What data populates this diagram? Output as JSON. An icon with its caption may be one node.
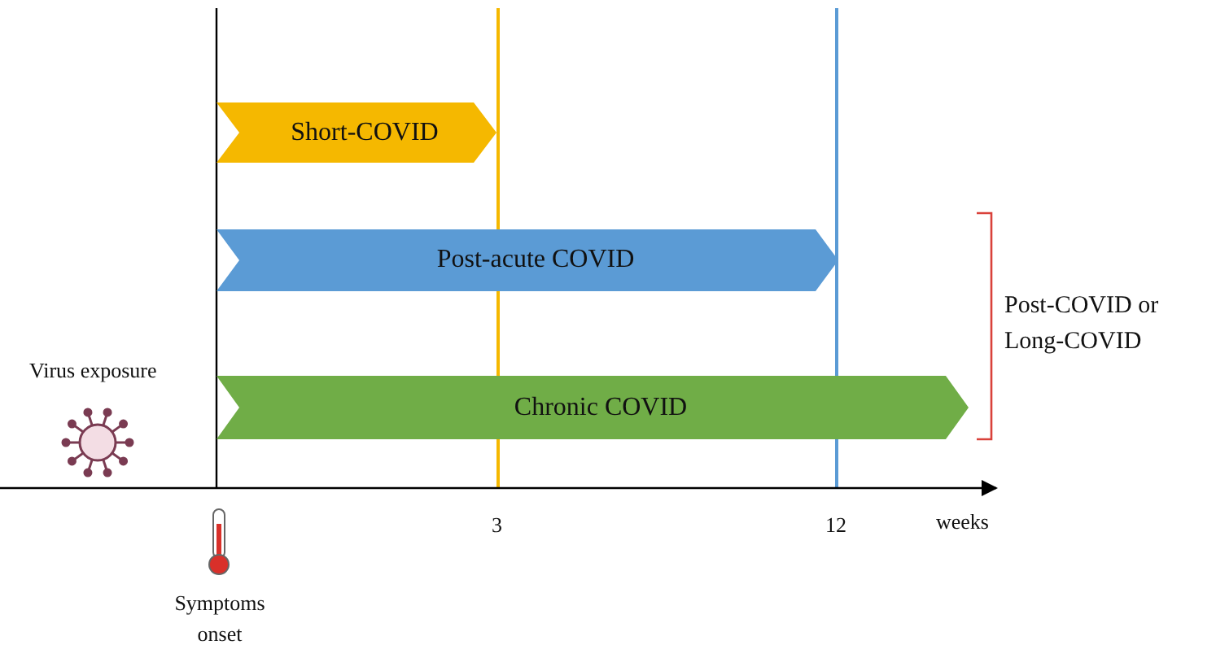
{
  "diagram": {
    "nodes": [
      {
        "text": [
          "Short-COVID"
        ]
      },
      {
        "text": [
          "Post-acute COVID"
        ]
      },
      {
        "text": [
          "Chronic COVID"
        ]
      }
    ],
    "labels": [
      "Post-COVID or Long-COVID",
      "Virus exposure",
      "3",
      "12",
      "weeks",
      "Symptoms onset"
    ]
  }
}
